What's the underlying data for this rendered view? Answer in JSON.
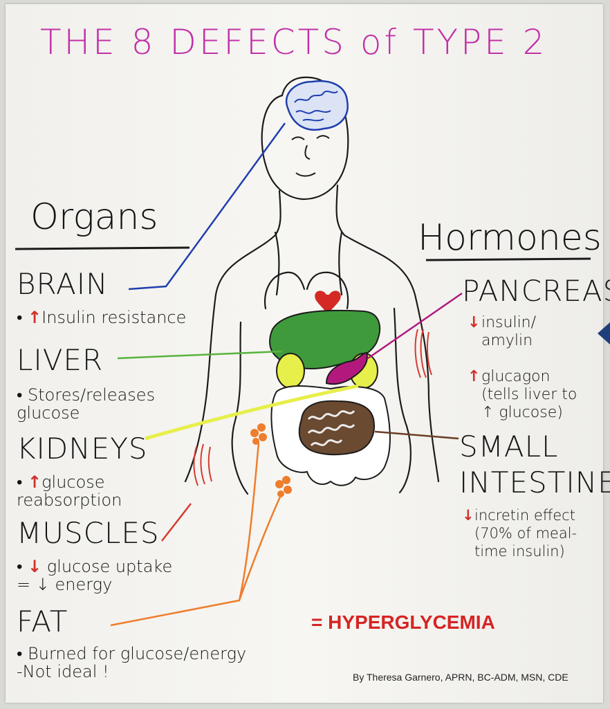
{
  "title": "THE 8 DEFECTS of TYPE 2",
  "headings": {
    "organs": "Organs",
    "hormones": "Hormones"
  },
  "organs": {
    "brain": {
      "label": "BRAIN",
      "note": "Insulin resistance"
    },
    "liver": {
      "label": "LIVER",
      "note": "Stores/releases\nglucose"
    },
    "kidneys": {
      "label": "KIDNEYS",
      "note": "glucose\nreabsorption"
    },
    "muscles": {
      "label": "MUSCLES",
      "note": "glucose uptake\n= ↓ energy"
    },
    "fat": {
      "label": "FAT",
      "note": "Burned for glucose/energy\n-Not ideal !"
    }
  },
  "hormones": {
    "pancreas": {
      "label": "PANCREAS",
      "note": "insulin/\namylin\n\nglucagon\n(tells liver to\n↑ glucose)"
    },
    "small_intestine": {
      "label": "SMALL\nINTESTINE",
      "note": "incretin effect\n(70% of meal-\ntime insulin)"
    }
  },
  "result": "= HYPERGLYCEMIA",
  "credit": "By Theresa Garnero, APRN, BC-ADM, MSN, CDE",
  "colors": {
    "title": "#c22fa8",
    "brain_line": "#1f3fae",
    "liver_line": "#58b33e",
    "kidney_line": "#e7ef4a",
    "pancreas_line": "#b3197d",
    "muscle_line": "#d53a2f",
    "fat_line": "#ee7d2c",
    "intestine_line": "#6b3e24",
    "arrow": "#d0302b",
    "result": "#d62424"
  }
}
